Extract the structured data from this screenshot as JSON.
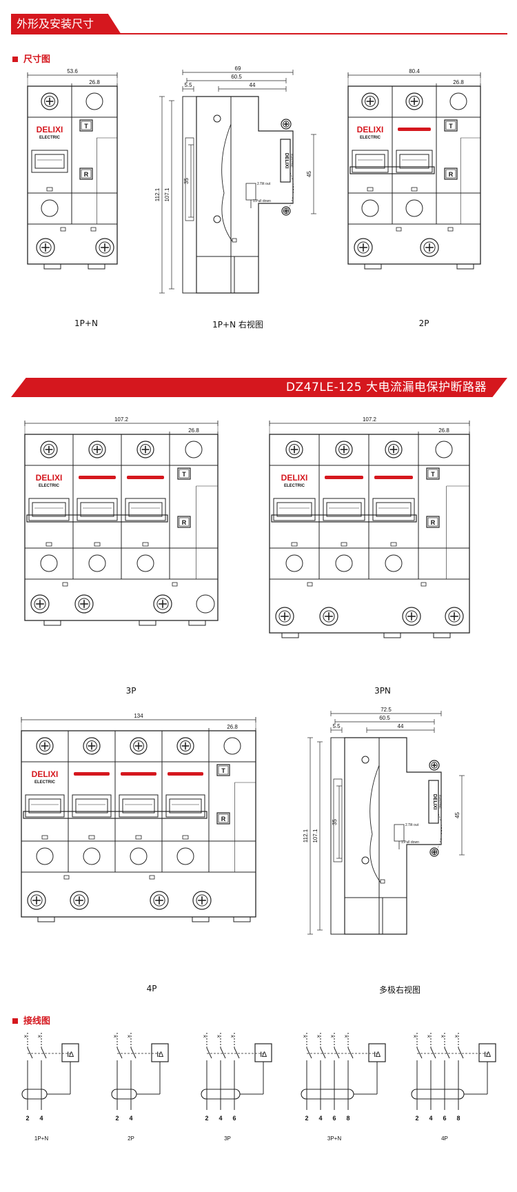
{
  "header": {
    "title": "外形及安装尺寸"
  },
  "section_dims": {
    "title": "尺寸图"
  },
  "section_wiring": {
    "title": "接线图"
  },
  "banner": {
    "text": "DZ47LE-125  大电流漏电保护断路器"
  },
  "brand": {
    "name": "DELIXI",
    "sub": "ELECTRIC",
    "side": "DELIXI",
    "side_sub": "ELECTRIC"
  },
  "buttons": {
    "test": "T",
    "reset": "R"
  },
  "actions": {
    "tilt": "2.Tilt out",
    "pull": "1.Pull down"
  },
  "diagrams": {
    "d1pn": {
      "caption": "1P+N",
      "width": "53.6",
      "module": "26.8"
    },
    "dside": {
      "caption": "1P+N  右视图",
      "w69": "69",
      "w605": "60.5",
      "w44": "44",
      "w55": "5.5",
      "h1121": "112.1",
      "h1071": "107.1",
      "h35": "35",
      "h45": "45"
    },
    "d2p": {
      "caption": "2P",
      "width": "80.4",
      "module": "26.8"
    },
    "d3p": {
      "caption": "3P",
      "width": "107.2",
      "module": "26.8"
    },
    "d3pn": {
      "caption": "3PN",
      "width": "107.2",
      "module": "26.8"
    },
    "d4p": {
      "caption": "4P",
      "width": "134",
      "module": "26.8"
    },
    "dmside": {
      "caption": "多极右视图",
      "w725": "72.5",
      "w605": "60.5",
      "w44": "44",
      "w55": "5.5",
      "h1121": "112.1",
      "h1071": "107.1",
      "h35": "35",
      "h45": "45"
    }
  },
  "wiring": {
    "symbol": "I∆",
    "items": [
      {
        "caption": "1P+N",
        "terminals": [
          "2",
          "4"
        ]
      },
      {
        "caption": "2P",
        "terminals": [
          "2",
          "4"
        ]
      },
      {
        "caption": "3P",
        "terminals": [
          "2",
          "4",
          "6"
        ]
      },
      {
        "caption": "3P+N",
        "terminals": [
          "2",
          "4",
          "6",
          "8"
        ]
      },
      {
        "caption": "4P",
        "terminals": [
          "2",
          "4",
          "6",
          "8"
        ]
      }
    ]
  },
  "colors": {
    "accent": "#d5171e",
    "line": "#222222"
  }
}
